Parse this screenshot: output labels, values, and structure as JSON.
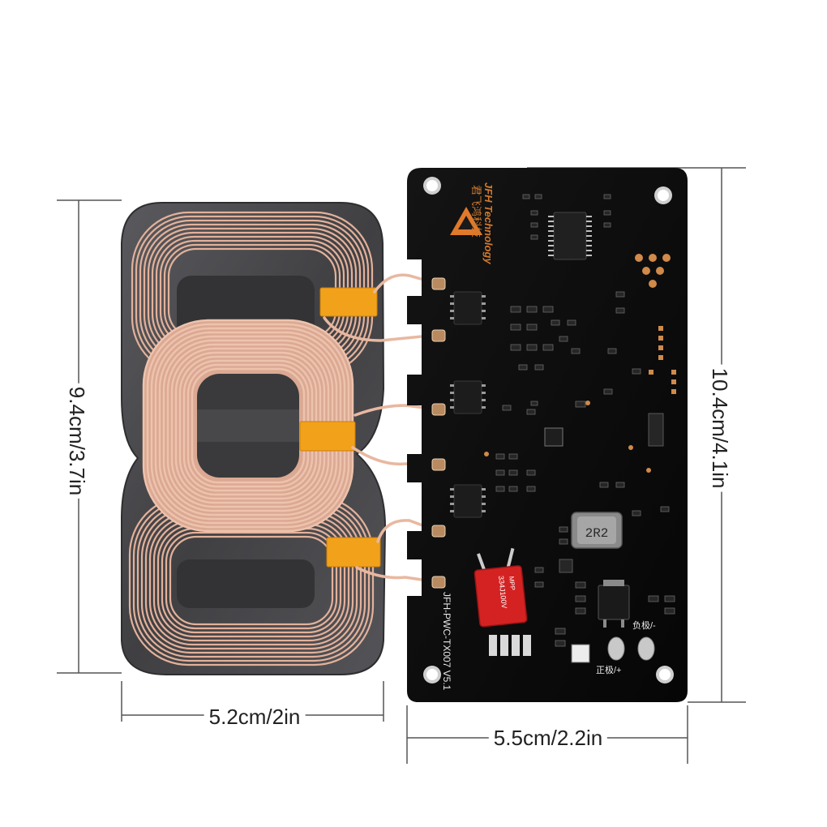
{
  "dimensions": {
    "coil_height": "9.4cm/3.7in",
    "board_height": "10.4cm/4.1in",
    "coil_width": "5.2cm/2in",
    "board_width": "5.5cm/2.2in"
  },
  "board_labels": {
    "brand_en": "JFH Technology",
    "brand_cn": "君飞鸿科技",
    "model": "JFH-PWC-TX007 V5.1",
    "inductor": "2R2",
    "capacitor": "334J100V",
    "cap_brand": "MPP",
    "negative": "负极/-",
    "positive": "正极/+"
  },
  "colors": {
    "pcb": "#0d0d0d",
    "copper_pad": "#d08a4a",
    "coil_wire": "#e6b49a",
    "ferrite": "#4a4a4c",
    "kapton_tape": "#f2a21a",
    "capacitor": "#d42222"
  }
}
